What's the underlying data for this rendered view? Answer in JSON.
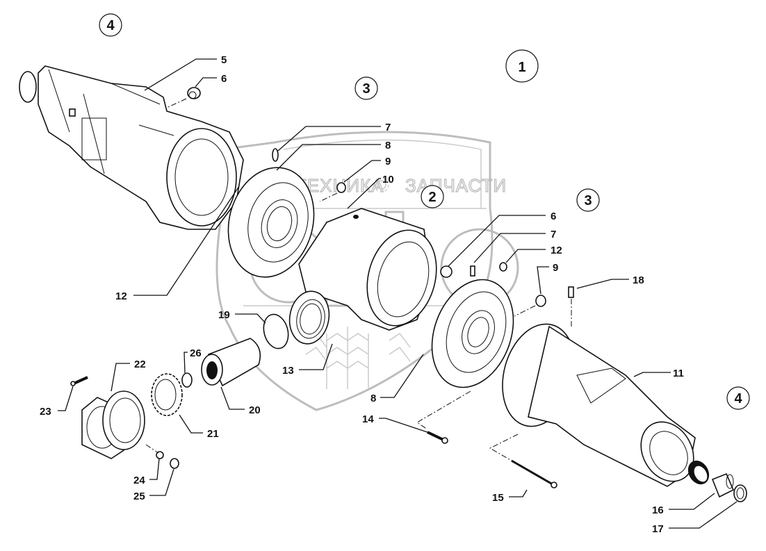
{
  "diagram": {
    "type": "exploded-parts-diagram",
    "subject": "axle housing assembly",
    "watermark": {
      "left_text": "ТЕХНИКА",
      "right_text": "ЗАПЧАСТИ",
      "gear_icon": "gear-icon",
      "emblem": "shield-logo"
    },
    "group_markers": [
      {
        "id": "group-1",
        "label": "1"
      },
      {
        "id": "group-2",
        "label": "2"
      },
      {
        "id": "group-3a",
        "label": "3"
      },
      {
        "id": "group-3b",
        "label": "3"
      },
      {
        "id": "group-4a",
        "label": "4"
      },
      {
        "id": "group-4b",
        "label": "4"
      }
    ],
    "callouts": [
      {
        "id": "c5",
        "label": "5"
      },
      {
        "id": "c6a",
        "label": "6"
      },
      {
        "id": "c7a",
        "label": "7"
      },
      {
        "id": "c8a",
        "label": "8"
      },
      {
        "id": "c9a",
        "label": "9"
      },
      {
        "id": "c10",
        "label": "10"
      },
      {
        "id": "c6b",
        "label": "6"
      },
      {
        "id": "c7b",
        "label": "7"
      },
      {
        "id": "c12b",
        "label": "12"
      },
      {
        "id": "c9b",
        "label": "9"
      },
      {
        "id": "c18",
        "label": "18"
      },
      {
        "id": "c12a",
        "label": "12"
      },
      {
        "id": "c19",
        "label": "19"
      },
      {
        "id": "c26",
        "label": "26"
      },
      {
        "id": "c22",
        "label": "22"
      },
      {
        "id": "c23",
        "label": "23"
      },
      {
        "id": "c20",
        "label": "20"
      },
      {
        "id": "c21",
        "label": "21"
      },
      {
        "id": "c13",
        "label": "13"
      },
      {
        "id": "c8b",
        "label": "8"
      },
      {
        "id": "c14",
        "label": "14"
      },
      {
        "id": "c11",
        "label": "11"
      },
      {
        "id": "c24",
        "label": "24"
      },
      {
        "id": "c25",
        "label": "25"
      },
      {
        "id": "c15",
        "label": "15"
      },
      {
        "id": "c16",
        "label": "16"
      },
      {
        "id": "c17",
        "label": "17"
      }
    ],
    "colors": {
      "line": "#111111",
      "watermark": "#bdbdbd",
      "background": "#ffffff"
    }
  }
}
